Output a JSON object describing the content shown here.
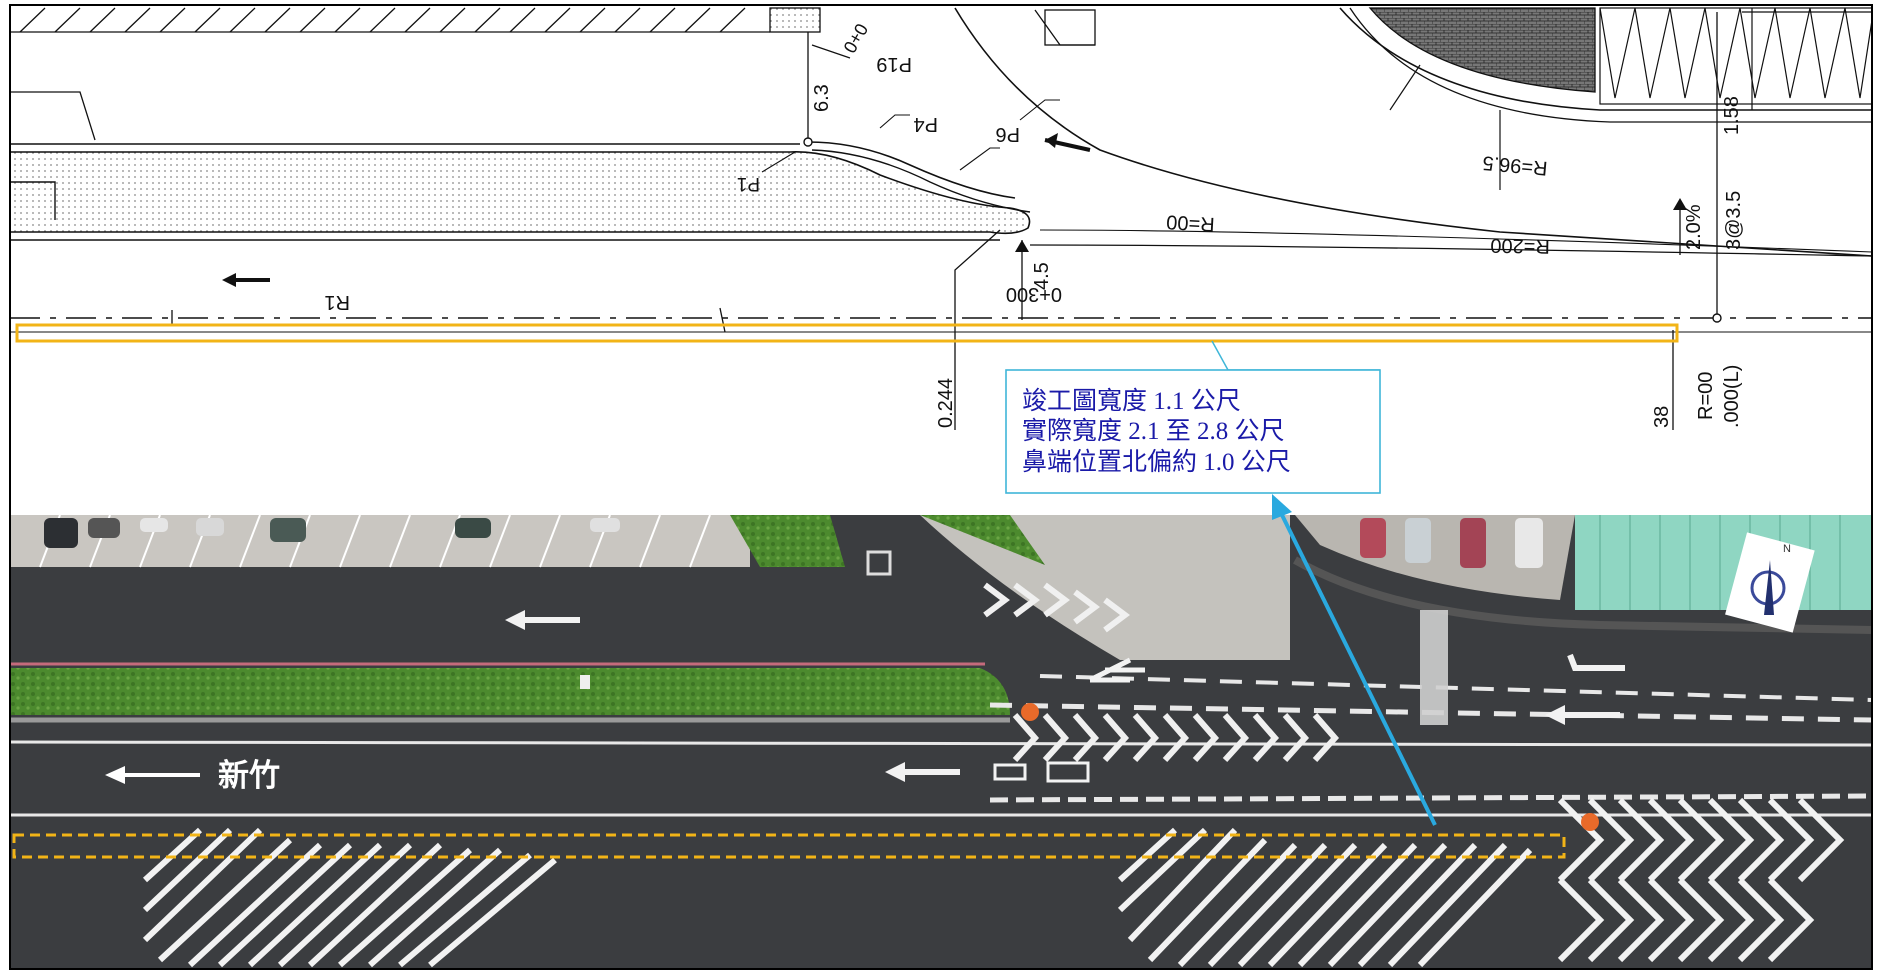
{
  "drawing": {
    "labels": {
      "p19": "P19",
      "p4": "P4",
      "p6": "P6",
      "p1": "P1",
      "dim_63": "6.3",
      "r965": "R=96.5",
      "r00": "R=00",
      "r200": "R=200",
      "slope": "2.0%",
      "lanes": "3@3.5",
      "dim_158": "1.58",
      "r1": "R1",
      "station": "0+300",
      "dim_45": "4.5",
      "dim_0244": "0.244",
      "dim_38": "38",
      "r00_bottom": "R=00",
      "l_val": ".000(L)",
      "top_val": "0+0"
    }
  },
  "callout": {
    "line1": "竣工圖寬度 1.1 公尺",
    "line2": "實際寬度 2.1 至 2.8 公尺",
    "line3": "鼻端位置北偏約  1.0 公尺"
  },
  "photo": {
    "city": "新竹",
    "compass": "N"
  },
  "colors": {
    "highlight": "#f2b417",
    "callout_border": "#3fb6d8",
    "callout_arrow": "#2aa9df",
    "asphalt": "#3b3d40"
  }
}
